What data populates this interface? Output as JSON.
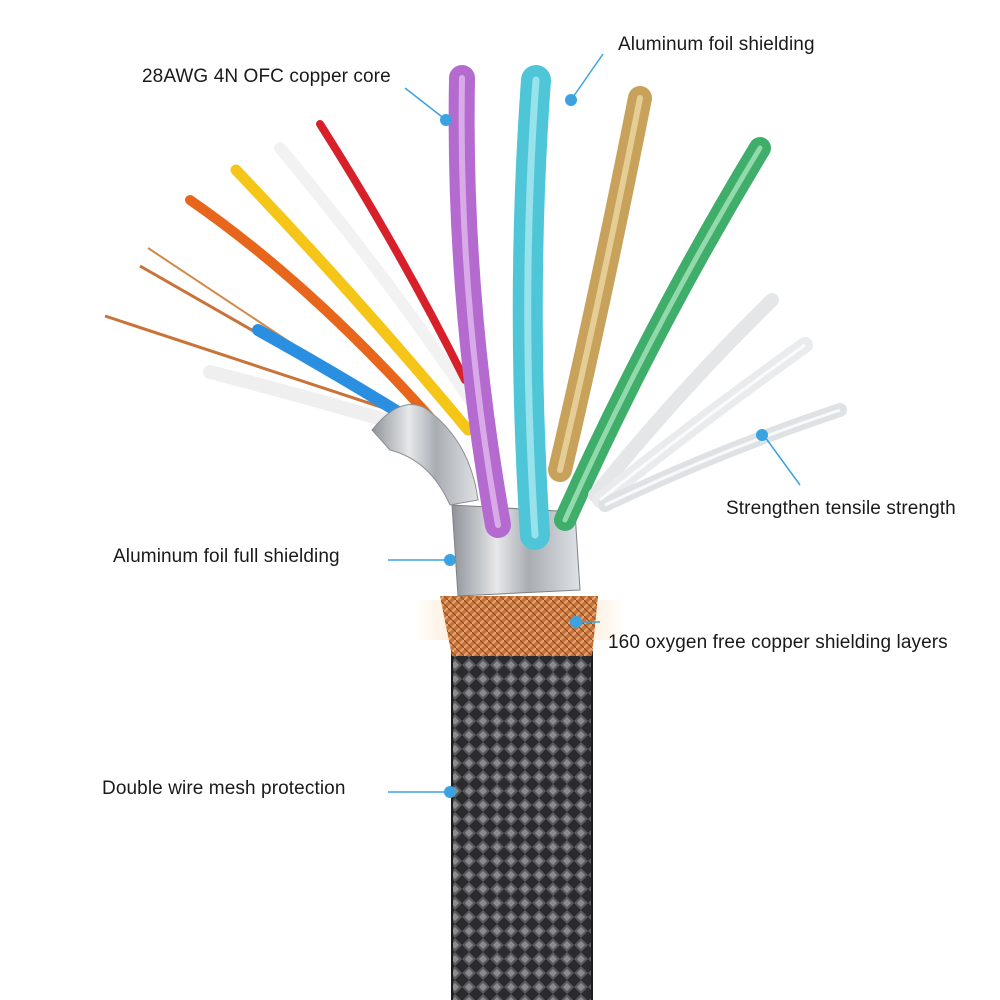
{
  "accent_color": "#3aa3e0",
  "labels": {
    "copper_core": "28AWG 4N OFC copper core",
    "foil_shielding": "Aluminum foil shielding",
    "tensile": "Strengthen tensile strength",
    "foil_full": "Aluminum foil full shielding",
    "copper_layers": "160 oxygen free copper shielding layers",
    "mesh": "Double wire mesh protection"
  },
  "wire_colors": {
    "red": "#d8202a",
    "white": "#f2f2f2",
    "yellow": "#f5c518",
    "orange": "#e8661c",
    "blue": "#2a8fe0",
    "purple": "#b56ad0",
    "cyan": "#4fc6d8",
    "gold": "#c8a25a",
    "green": "#3fae6a",
    "copper": "#c8733a",
    "braid": "#3a3a3c"
  }
}
